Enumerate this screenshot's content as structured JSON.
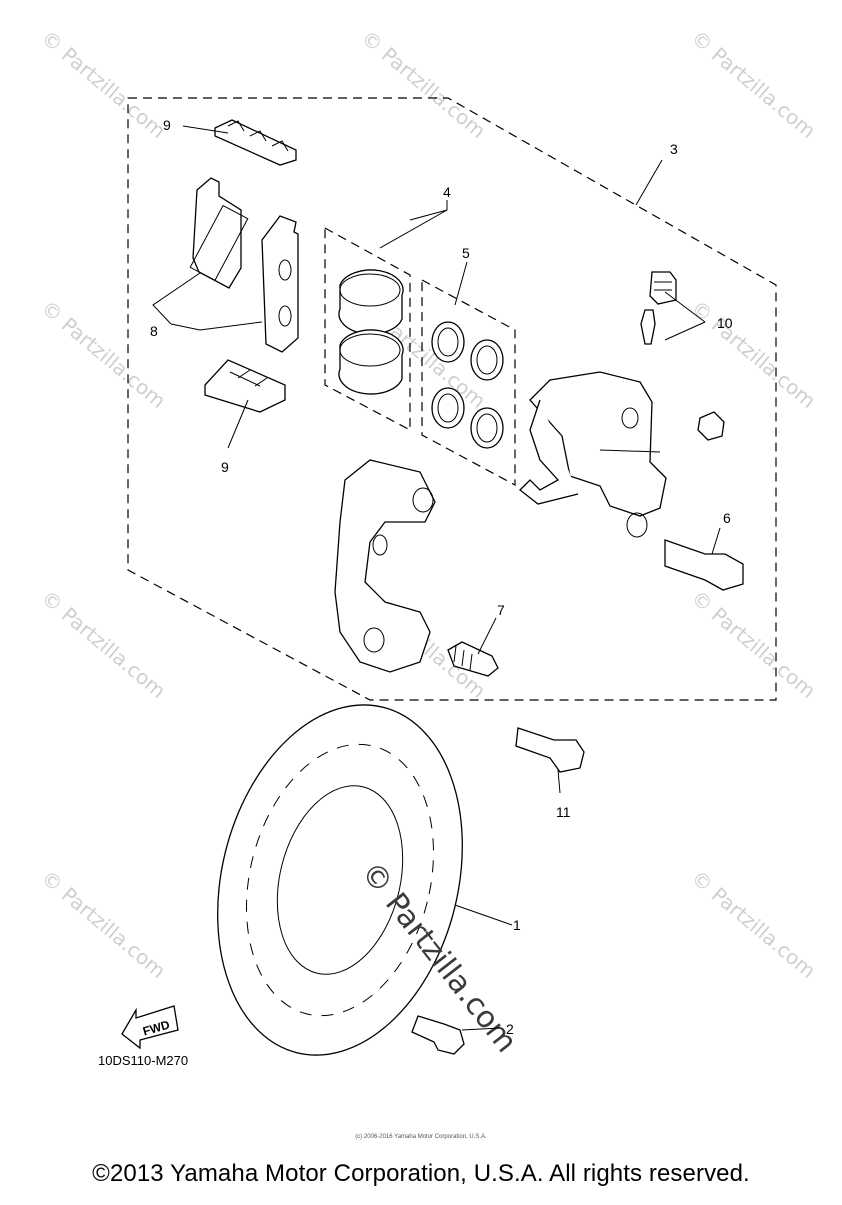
{
  "callouts": [
    "1",
    "2",
    "3",
    "4",
    "5",
    "6",
    "7",
    "8",
    "9",
    "10",
    "11"
  ],
  "callout_9_lower": "9",
  "fwd_label": "FWD",
  "diagram_code": "10DS110-M270",
  "watermark_small": "© Partzilla.com",
  "watermark_large": "© Partzilla.com",
  "fine_print": "(c) 2006-2016 Yamaha Motor Corporation, U.S.A.",
  "copyright": "©2013 Yamaha Motor Corporation, U.S.A. All rights reserved."
}
